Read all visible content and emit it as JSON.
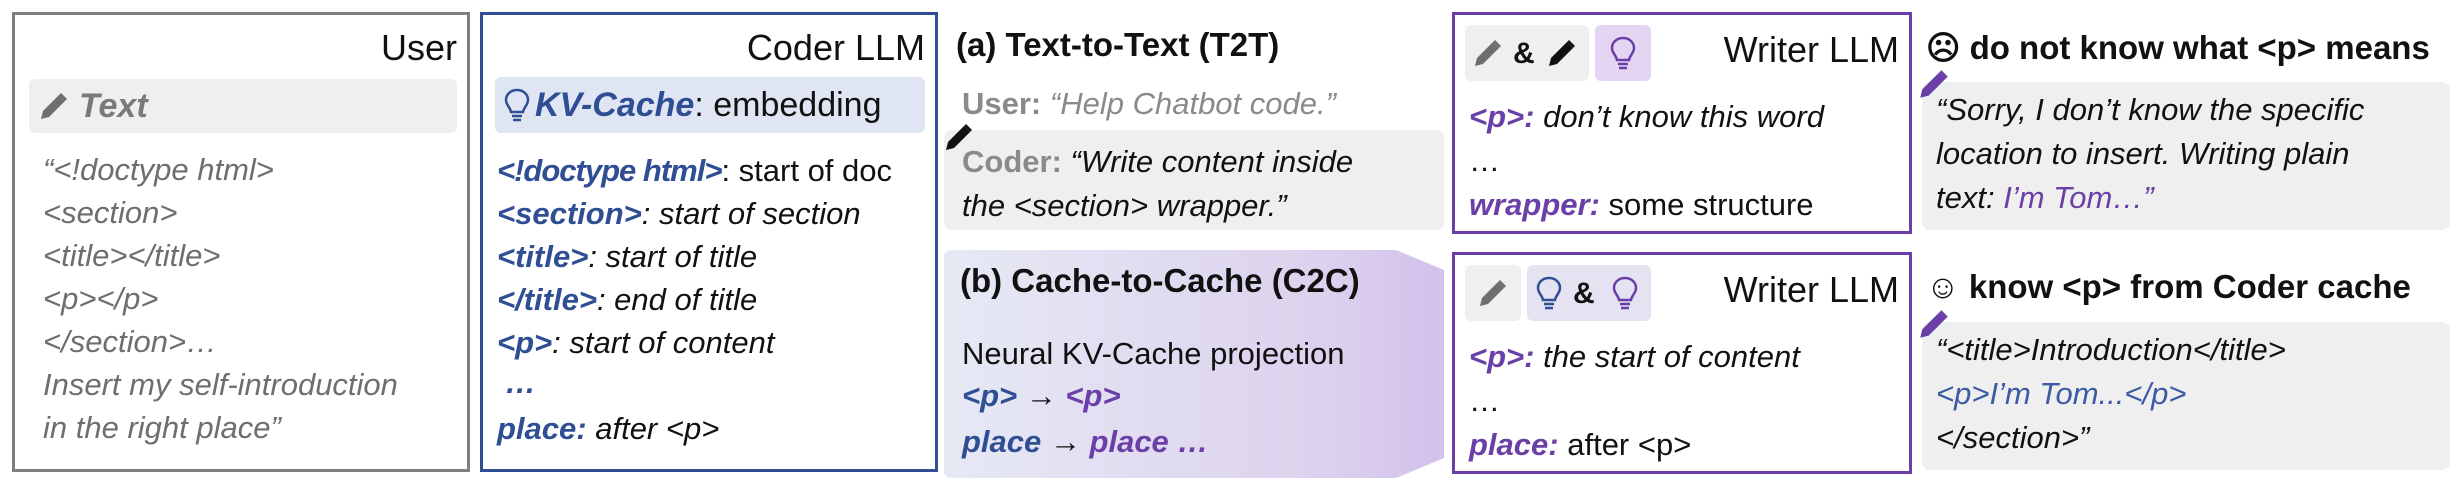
{
  "user_panel": {
    "title": "User",
    "pill_label": "Text",
    "prompt_lines": [
      "“<!doctype html>",
      "<section>",
      "<title></title>",
      "<p></p>",
      "</section>…",
      "Insert my self-introduction",
      "in the right place”"
    ]
  },
  "coder_panel": {
    "title": "Coder LLM",
    "pill_key": "KV-Cache",
    "pill_rest": ": embedding",
    "rows": [
      {
        "tag": "<!doctype html>",
        "desc": ": start of doc"
      },
      {
        "tag": "<section>",
        "desc": ": start of section"
      },
      {
        "tag": "<title>",
        "desc": ": start of title"
      },
      {
        "tag": "</title>",
        "desc": ": end of title"
      },
      {
        "tag": "<p>",
        "desc": ": start of content"
      },
      {
        "tag": "…",
        "desc": ""
      },
      {
        "tag": "place:",
        "desc": " after <p>"
      }
    ]
  },
  "t2t": {
    "heading": "(a) Text-to-Text (T2T)",
    "user_label": "User:",
    "user_text": "“Help Chatbot code.”",
    "coder_label": "Coder:",
    "coder_text_1": "“Write content inside",
    "coder_text_2": "the <section> wrapper.”"
  },
  "c2c": {
    "heading": "(b) Cache-to-Cache (C2C)",
    "line1": "Neural KV-Cache projection",
    "map1_from": "<p>",
    "map1_to": "<p>",
    "map2_from": "place",
    "map2_to": "place …",
    "arrow": "→"
  },
  "writer_top": {
    "title": "Writer LLM",
    "amp": "&",
    "row1_tag": "<p>:",
    "row1_text": " don’t know this word",
    "row2": "…",
    "row3_tag": "wrapper:",
    "row3_text": " some structure"
  },
  "writer_bottom": {
    "title": "Writer LLM",
    "amp": "&",
    "row1_tag": "<p>:",
    "row1_text": " the start of content",
    "row2": "…",
    "row3_tag": "place:",
    "row3_text": " after <p>"
  },
  "output_top": {
    "emoji": "☹",
    "heading": " do not know what <p> means",
    "line1": "“Sorry, I don’t know the specific",
    "line2": "location to insert. Writing plain",
    "line3_plain": "text: ",
    "line3_purple": "I’m Tom…”"
  },
  "output_bottom": {
    "emoji": "☺",
    "heading": " know <p> from Coder cache",
    "line1": "“<title>Introduction</title>",
    "line2": "<p>I’m Tom...</p>",
    "line3": "</section>”"
  },
  "colors": {
    "user_border": "#7f7f7f",
    "coder_border": "#2f4e94",
    "writer_border": "#6b3fa8",
    "pill_gray": "#efefef",
    "pill_blue": "#dfe5f3",
    "pill_purple": "#e4d6f2"
  },
  "icons": [
    "pencil-icon",
    "lightbulb-icon",
    "frown-emoji-icon",
    "smile-emoji-icon"
  ]
}
